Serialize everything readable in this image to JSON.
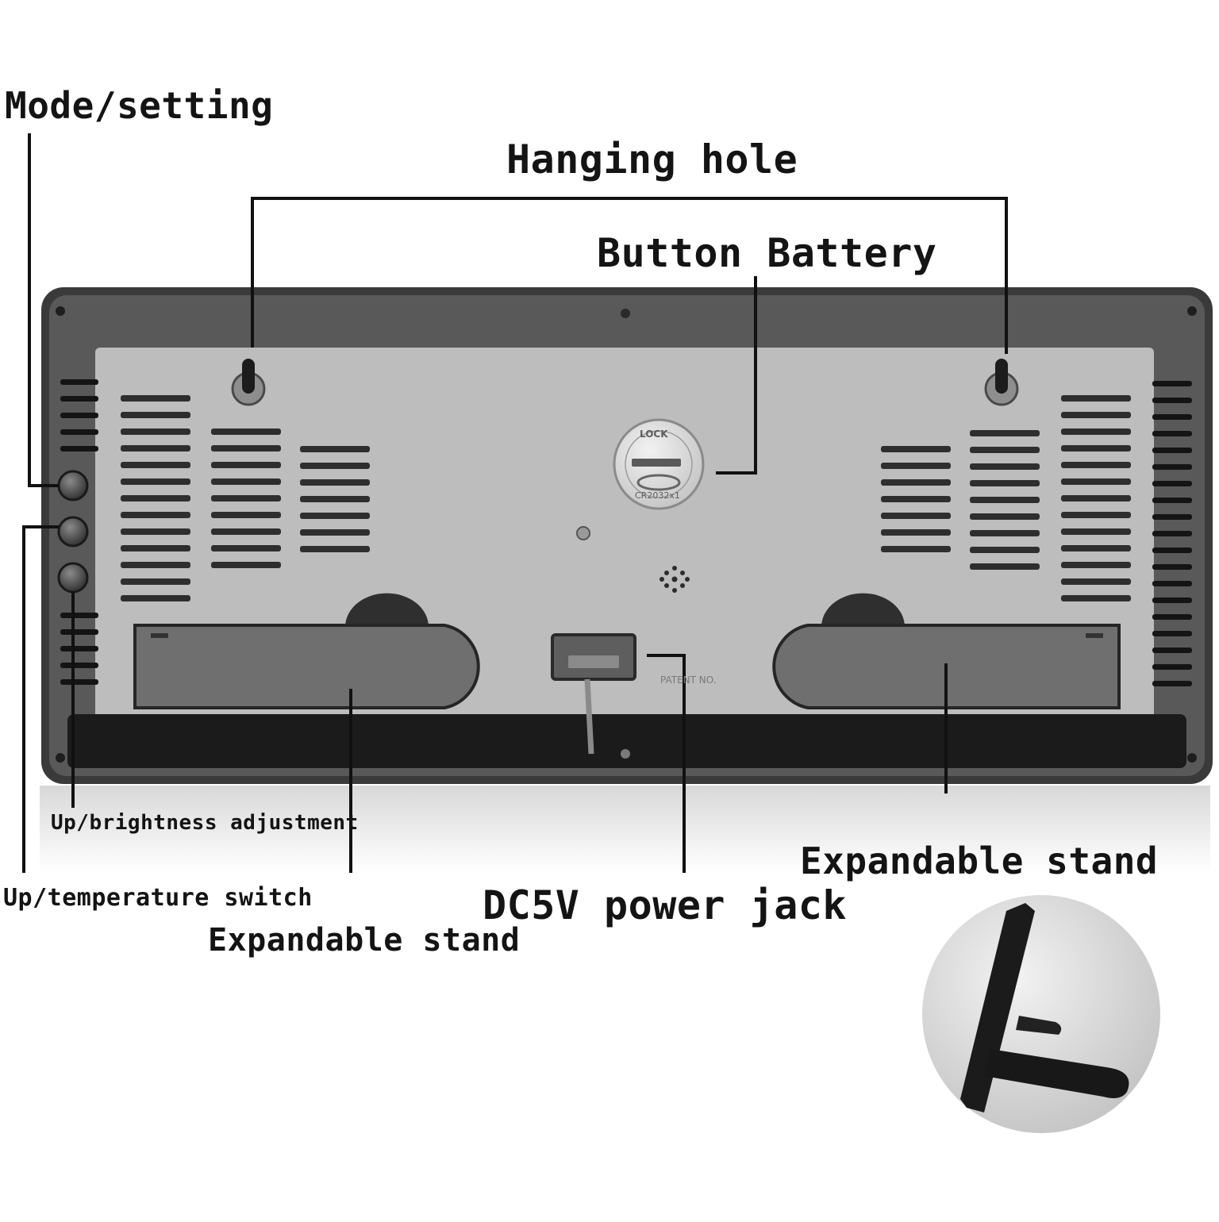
{
  "labels": {
    "mode_setting": "Mode/setting",
    "hanging_hole": "Hanging hole",
    "button_battery": "Button Battery",
    "up_brightness": "Up/brightness adjustment",
    "up_temperature": "Up/temperature switch",
    "expandable_stand_left": "Expandable stand",
    "expandable_stand_right": "Expandable stand",
    "dc_power_jack": "DC5V power jack"
  },
  "device_markings": {
    "lock": "LOCK",
    "battery_model": "CR2032x1",
    "patent": "PATENT NO."
  },
  "colors": {
    "background": "#ffffff",
    "frame": "#3a3a3a",
    "panel": "#bdbdbd",
    "vent": "#2e2e2e",
    "leader_line": "#111111",
    "stand": "#6f6f6f"
  }
}
